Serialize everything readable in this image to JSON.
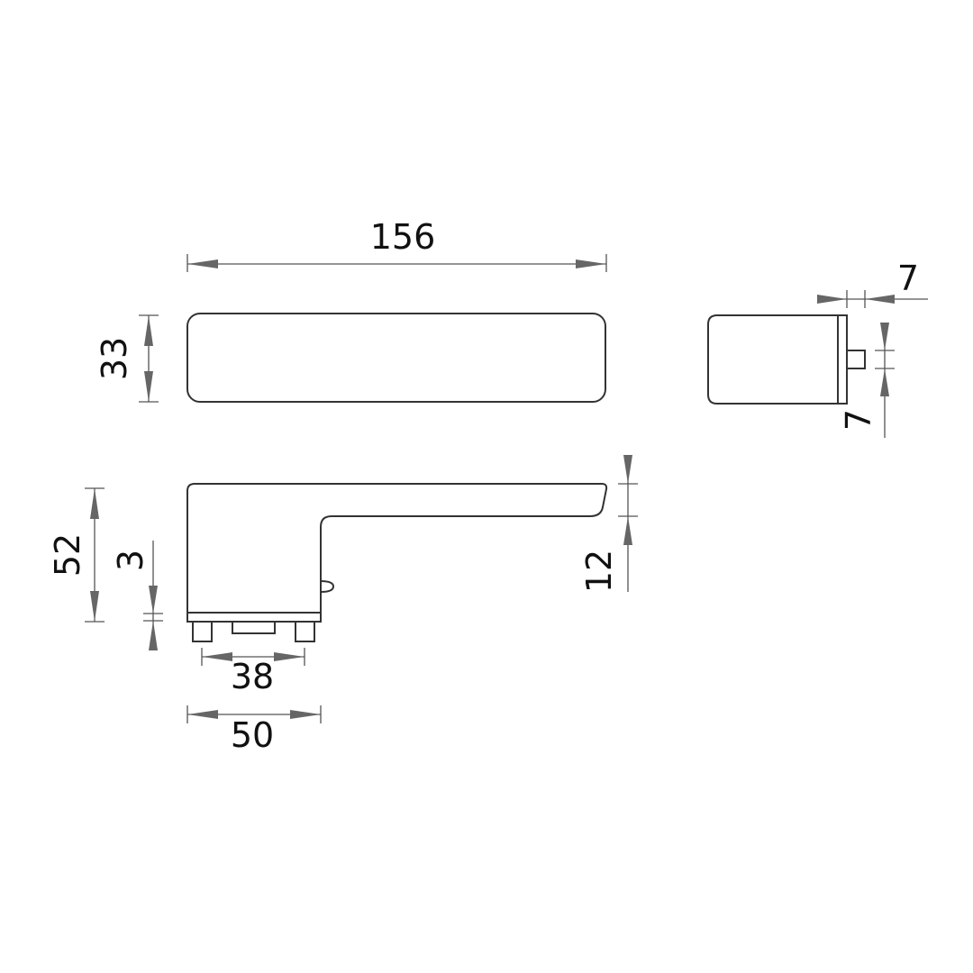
{
  "drawing": {
    "title": "Lever handle dimension drawing",
    "units": "mm",
    "colors": {
      "outline": "#333333",
      "dimension": "#555555",
      "arrow": "#666666"
    },
    "dimensions": {
      "length": "156",
      "width": "33",
      "rose_thickness": "7",
      "spindle": "7",
      "height": "52",
      "plate": "3",
      "lever_thickness": "12",
      "fixing_distance": "38",
      "rose_length": "50"
    }
  }
}
